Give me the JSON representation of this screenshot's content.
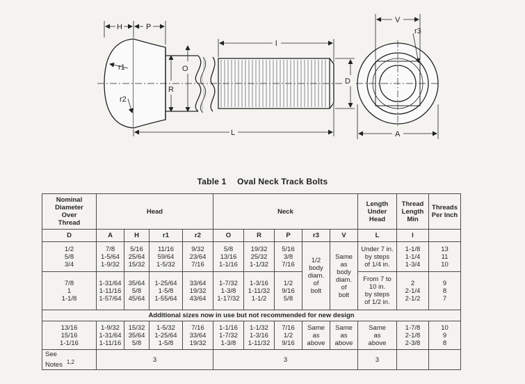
{
  "drawing": {
    "labels": {
      "H": "H",
      "P": "P",
      "l": "l",
      "V": "V",
      "r3": "r3",
      "r1": "r1",
      "r2": "r2",
      "O": "O",
      "R": "R",
      "D": "D",
      "L": "L",
      "A": "A"
    }
  },
  "table": {
    "title_num": "Table 1",
    "title_text": "Oval Neck Track Bolts",
    "headers": {
      "nominal": "Nominal\nDiameter\nOver\nThread",
      "head": "Head",
      "neck": "Neck",
      "length": "Length\nUnder\nHead",
      "thread_length": "Thread\nLength\nMin",
      "threads": "Threads\nPer Inch"
    },
    "subheaders": [
      "D",
      "A",
      "H",
      "r1",
      "r2",
      "O",
      "R",
      "P",
      "r3",
      "V",
      "L",
      "l",
      ""
    ],
    "group1": {
      "D": "1/2\n5/8\n3/4",
      "A": "7/8\n1-5/64\n1-9/32",
      "H": "5/16\n25/64\n15/32",
      "r1": "11/16\n59/64\n1-5/32",
      "r2": "9/32\n23/64\n7/16",
      "O": "5/8\n13/16\n1-1/16",
      "R": "19/32\n25/32\n1-1/32",
      "P": "5/16\n3/8\n7/16",
      "r3": "1/2\nbody\ndiam.\nof\nbolt",
      "V": "Same\nas\nbody\ndiam.\nof\nbolt",
      "L1": "Under 7 in.\nby steps\nof 1/4 in.",
      "l": "1-1/8\n1-1/4\n1-3/4",
      "tpi": "13\n11\n10"
    },
    "group2": {
      "D": "7/8\n1\n1-1/8",
      "A": "1-31/64\n1-11/16\n1-57/64",
      "H": "35/64\n5/8\n45/64",
      "r1": "1-25/64\n1-5/8\n1-55/64",
      "r2": "33/64\n19/32\n43/64",
      "O": "1-7/32\n1-3/8\n1-17/32",
      "R": "1-3/16\n1-11/32\n1-1/2",
      "P": "1/2\n9/16\n5/8",
      "L2": "From 7 to\n10 in.\nby steps\nof 1/2 in.",
      "l": "2\n2-1/4\n2-1/2",
      "tpi": "9\n8\n7"
    },
    "additional_note": "Additional sizes now in use but not recommended for new design",
    "group3": {
      "D": "13/16\n15/16\n1-1/16",
      "A": "1-9/32\n1-31/64\n1-11/16",
      "H": "15/32\n35/64\n5/8",
      "r1": "1-5/32\n1-25/64\n1-5/8",
      "r2": "7/16\n33/64\n19/32",
      "O": "1-1/16\n1-7/32\n1-3/8",
      "R": "1-1/32\n1-3/16\n1-11/32",
      "P": "7/16\n1/2\n9/16",
      "r3": "Same\nas\nabove",
      "V": "Same\nas\nabove",
      "L": "Same\nas\nabove",
      "l": "1-7/8\n2-1/8\n2-3/8",
      "tpi": "10\n9\n8"
    },
    "notes": {
      "see": "See\nNotes",
      "see_refs": "1,2",
      "head": "3",
      "neck": "3",
      "length": "3"
    }
  }
}
